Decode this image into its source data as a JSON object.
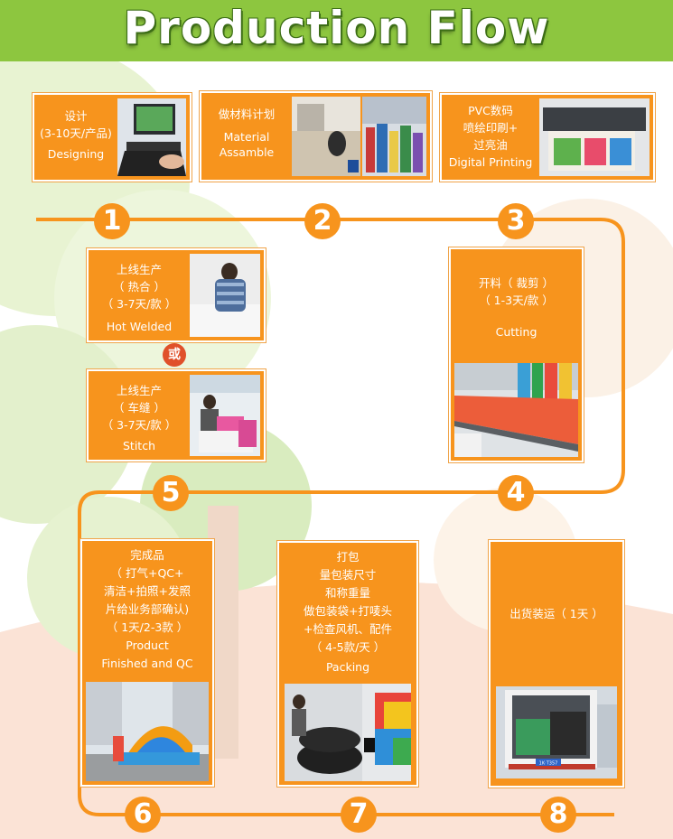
{
  "header": {
    "title": "Production Flow"
  },
  "colors": {
    "orange": "#f7941d",
    "green": "#8dc63f",
    "badge": "#e0502a"
  },
  "top_steps": [
    {
      "lines": [
        "设计",
        "(3-10天/产品)",
        "",
        "Designing"
      ]
    },
    {
      "lines": [
        "做材料计划",
        "",
        "Material",
        "Assamble"
      ]
    },
    {
      "lines": [
        "PVC数码",
        "喷绘印刷+",
        "过亮油",
        "Digital Printing"
      ]
    }
  ],
  "welded": {
    "lines": [
      "上线生产",
      "（ 热合 ）",
      "（ 3-7天/款 ）",
      "Hot Welded"
    ]
  },
  "or_label": "或",
  "stitch": {
    "lines": [
      "上线生产",
      "（ 车缝 ）",
      "（ 3-7天/款 ）",
      "Stitch"
    ]
  },
  "cutting": {
    "lines": [
      "开料（ 裁剪 ）",
      "（ 1-3天/款 ）",
      "",
      "Cutting"
    ]
  },
  "finished": {
    "lines": [
      "完成品",
      "（ 打气+QC+",
      "清洁+拍照+发照",
      "片给业务部确认)",
      "（ 1天/2-3款 ）",
      "Product",
      "Finished and QC"
    ]
  },
  "packing": {
    "lines": [
      "打包",
      "量包装尺寸",
      "和称重量",
      "做包装袋+打唛头",
      "+检查风机、配件",
      "（ 4-5款/天 ）",
      "Packing"
    ]
  },
  "shipping": {
    "lines": [
      "出货装运（ 1天 ）"
    ]
  },
  "numbers": [
    "1",
    "2",
    "3",
    "4",
    "5",
    "6",
    "7",
    "8"
  ],
  "truck_plate": "1K·T357"
}
